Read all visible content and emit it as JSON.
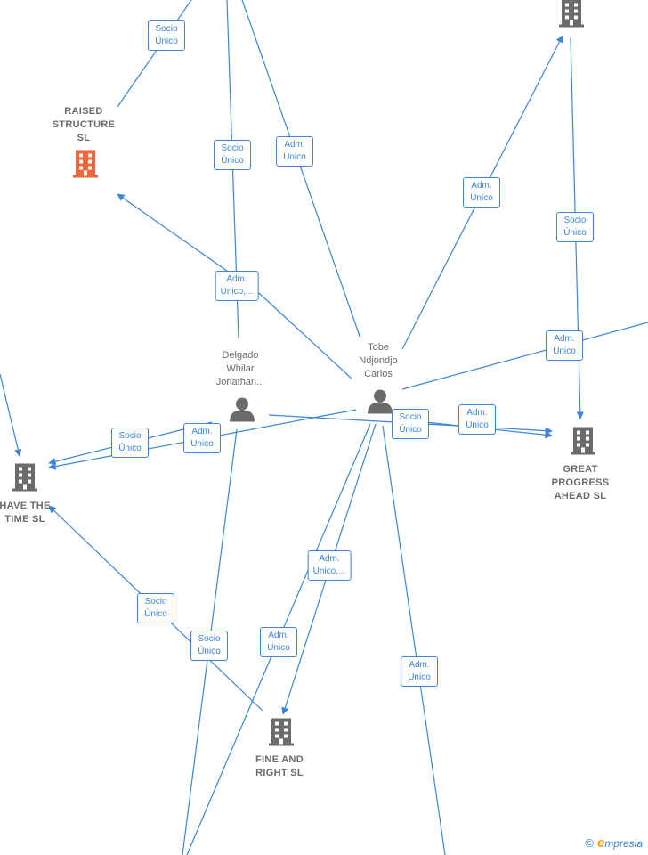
{
  "colors": {
    "edge": "#3d85d8",
    "company_icon": "#6b6b6b",
    "highlight_company_icon": "#f0653a",
    "person_icon": "#6b6b6b"
  },
  "nodes": {
    "raised_structure": {
      "label": "RAISED\nSTRUCTURE\nSL",
      "icon": "building-icon-orange"
    },
    "have_the_time": {
      "label": "HAVE THE\nTIME  SL",
      "icon": "building-icon"
    },
    "great_progress": {
      "label": "GREAT\nPROGRESS\nAHEAD  SL",
      "icon": "building-icon"
    },
    "fine_and_right": {
      "label": "FINE AND\nRIGHT  SL",
      "icon": "building-icon"
    },
    "top_right_company": {
      "label": "",
      "icon": "building-icon"
    },
    "delgado": {
      "label": "Delgado\nWhilar\nJonathan...",
      "icon": "person-icon"
    },
    "tobe": {
      "label": "Tobe\nNdjondjo\nCarlos",
      "icon": "person-icon"
    }
  },
  "edge_labels": [
    "Socio\nÚnico",
    "Socio\nÚnico",
    "Adm.\nUnico",
    "Adm.\nUnico",
    "Socio\nÚnico",
    "Adm.\nUnico,...",
    "Adm.\nUnico",
    "Socio\nÚnico",
    "Adm.\nUnico",
    "Socio\nÚnico",
    "Adm.\nUnico",
    "Adm.\nUnico,...",
    "Socio\nÚnico",
    "Socio\nÚnico",
    "Adm.\nUnico",
    "Adm.\nUnico"
  ],
  "brand": {
    "copyright": "©",
    "name": "mpresia",
    "initial": "e"
  }
}
